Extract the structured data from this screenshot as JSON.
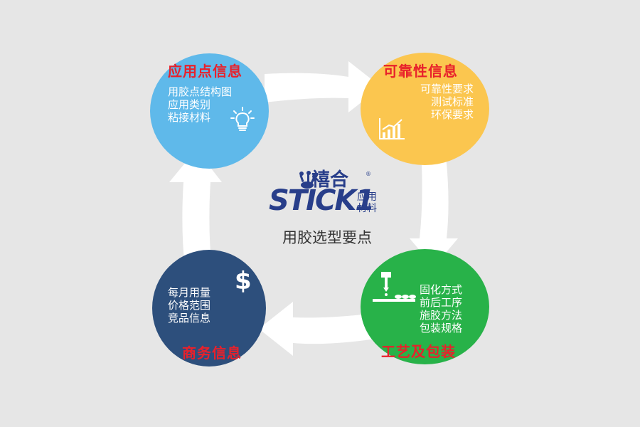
{
  "logo": {
    "brand_cn": "禧合",
    "wordmark": "STICK1",
    "sub_line1": "应用",
    "sub_line2": "材料",
    "registered": "®"
  },
  "center_title": "用胶选型要点",
  "nodes": {
    "application": {
      "title": "应用点信息",
      "items": [
        "用胶点结构图",
        "应用类别",
        "粘接材料"
      ],
      "icon": "lightbulb-icon",
      "color": "#5fb9ea"
    },
    "reliability": {
      "title": "可靠性信息",
      "items": [
        "可靠性要求",
        "测试标准",
        "环保要求"
      ],
      "icon": "bar-chart-icon",
      "color": "#fbc64f"
    },
    "process": {
      "title": "工艺及包装",
      "items": [
        "固化方式",
        "前后工序",
        "施胶方法",
        "包装规格"
      ],
      "icon": "dispensing-machine-icon",
      "color": "#28b249"
    },
    "business": {
      "title": "商务信息",
      "items": [
        "每月用量",
        "价格范围",
        "竞品信息"
      ],
      "icon": "dollar-icon",
      "color": "#2d4f7c"
    }
  },
  "colors": {
    "background": "#e6e6e6",
    "arrow": "#ffffff",
    "title_red": "#e8212b",
    "logo_blue": "#283e8a"
  }
}
